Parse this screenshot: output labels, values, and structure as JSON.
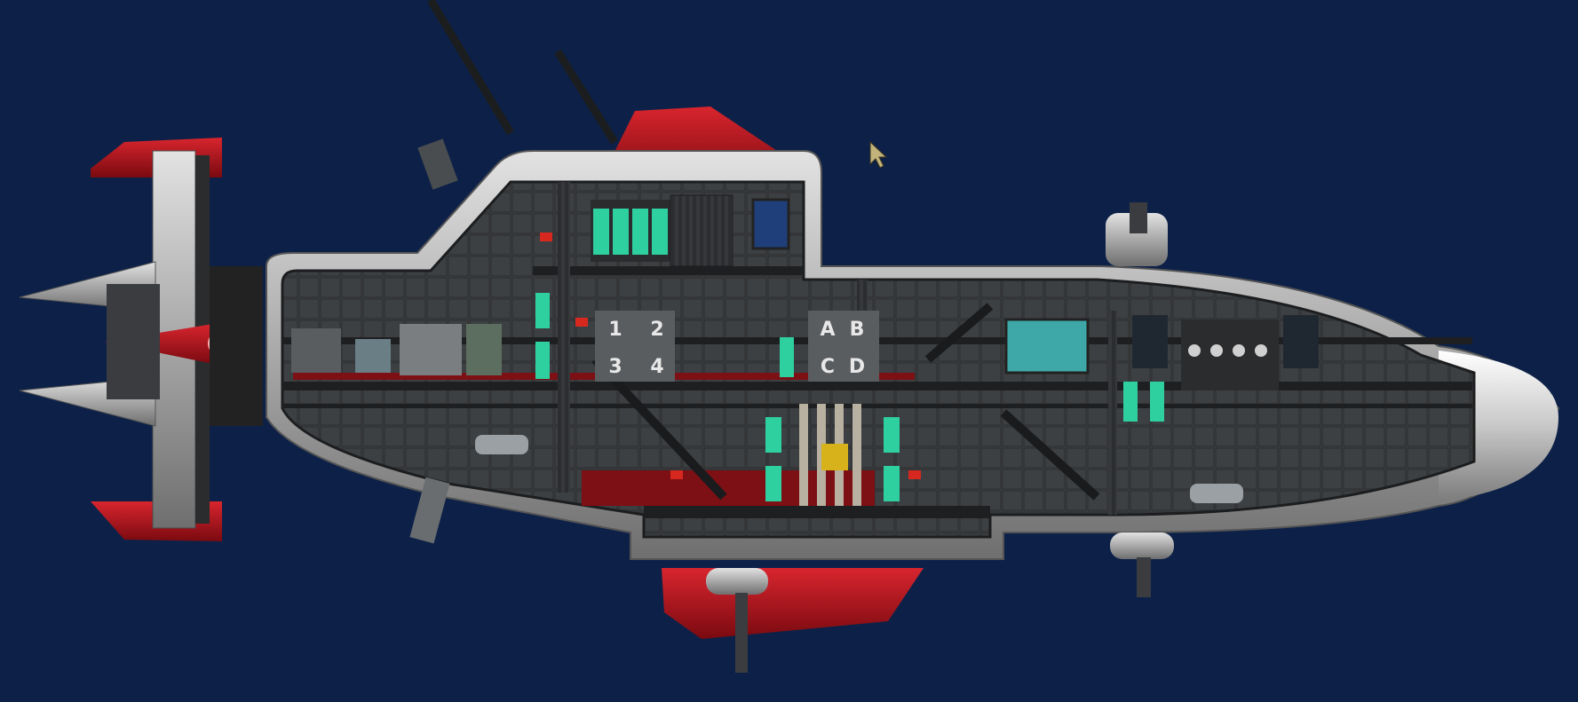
{
  "colors": {
    "background": "#0d2148",
    "hull_outer": "#c9c9c9",
    "hull_dark": "#2a2c2e",
    "interior": "#3a3c3f",
    "accent_red": "#b5121b",
    "screen_green": "#2fd0a0",
    "warning_yellow": "#d7b21a"
  },
  "hangar_labels": {
    "numbers": [
      "1",
      "2",
      "3",
      "4"
    ],
    "letters": [
      "A",
      "B",
      "C",
      "D"
    ]
  },
  "cursor": {
    "icon": "arrow-cursor-icon"
  }
}
